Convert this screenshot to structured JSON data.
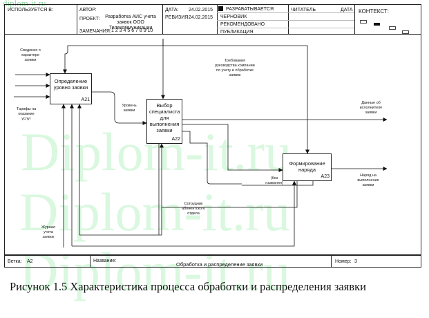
{
  "watermark": {
    "top_link": "diplom-it.ru",
    "lines": [
      "Diplom-it.ru",
      "Diplom-it.ru",
      "Diplom-it.ru"
    ]
  },
  "header": {
    "used_at": "ИСПОЛЬЗУЕТСЯ В:",
    "author_label": "АВТОР:",
    "project_label": "ПРОЕКТ:",
    "project_text": "Разработка АИС учета заявок ООО Телекоммуникации",
    "notes_label": "ЗАМЕЧАНИЯ:",
    "notes_value": "1 2 3 4 5 6 7 8 9 10",
    "date_label": "ДАТА:",
    "date_value": "24.02.2015",
    "rev_label": "РЕВИЗИЯ:",
    "rev_value": "24.02.2015",
    "status": [
      "РАЗРАБАТЫВАЕТСЯ",
      "ЧЕРНОВИК",
      "РЕКОМЕНДОВАНО",
      "ПУБЛИКАЦИЯ"
    ],
    "reader_label": "ЧИТАТЕЛЬ",
    "reader_date_label": "ДАТА",
    "context_label": "КОНТЕКСТ:"
  },
  "diagram": {
    "boxes": [
      {
        "title": "Определение уровня заявки",
        "number": "A21"
      },
      {
        "title": "Выбор специалиста для выполнения заявки",
        "number": "A22"
      },
      {
        "title": "Формирование наряда",
        "number": "A23"
      }
    ],
    "labels": {
      "client_info": "Сведения о\nхарактере\nзаявки",
      "tariffs": "Тарифы на\nоказание\nуслуг",
      "mgmt_req": "Требования\nруководства компании\nпо учету и обработке\nзаявок",
      "level": "Уровень\nзаявки",
      "executors_data": "Данные об\nисполнителе\nзаявки",
      "no_name": "(без\nназвания)",
      "order_out": "Наряд на\nвыполнение\nзаявки",
      "staff": "Сотрудник\nабонентского\nотдела",
      "journal": "Журнал\nучета\nзаявок"
    }
  },
  "footer": {
    "node_label": "Ветка:",
    "node_value": "A2",
    "title_label": "Название:",
    "title_value": "Обработка и распределение заявки",
    "number_label": "Номер:",
    "number_value": "3"
  },
  "caption": "Рисунок 1.5 Характеристика процесса обработки и распределения заявки"
}
